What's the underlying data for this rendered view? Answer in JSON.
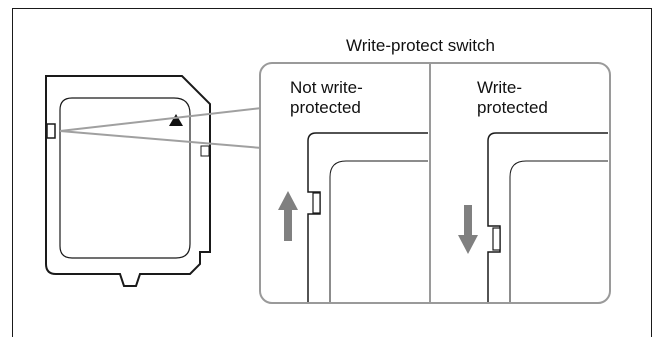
{
  "diagram": {
    "title": "Write-protect switch",
    "panels": [
      {
        "label_line1": "Not write-",
        "label_line2": "protected",
        "switch_state": "unlocked",
        "arrow_direction": "up"
      },
      {
        "label_line1": "Write-",
        "label_line2": "protected",
        "switch_state": "locked",
        "arrow_direction": "down"
      }
    ],
    "colors": {
      "outline": "#1a1a1a",
      "panel_border": "#9a9a9a",
      "arrow": "#808080",
      "callout": "#a0a0a0"
    }
  }
}
